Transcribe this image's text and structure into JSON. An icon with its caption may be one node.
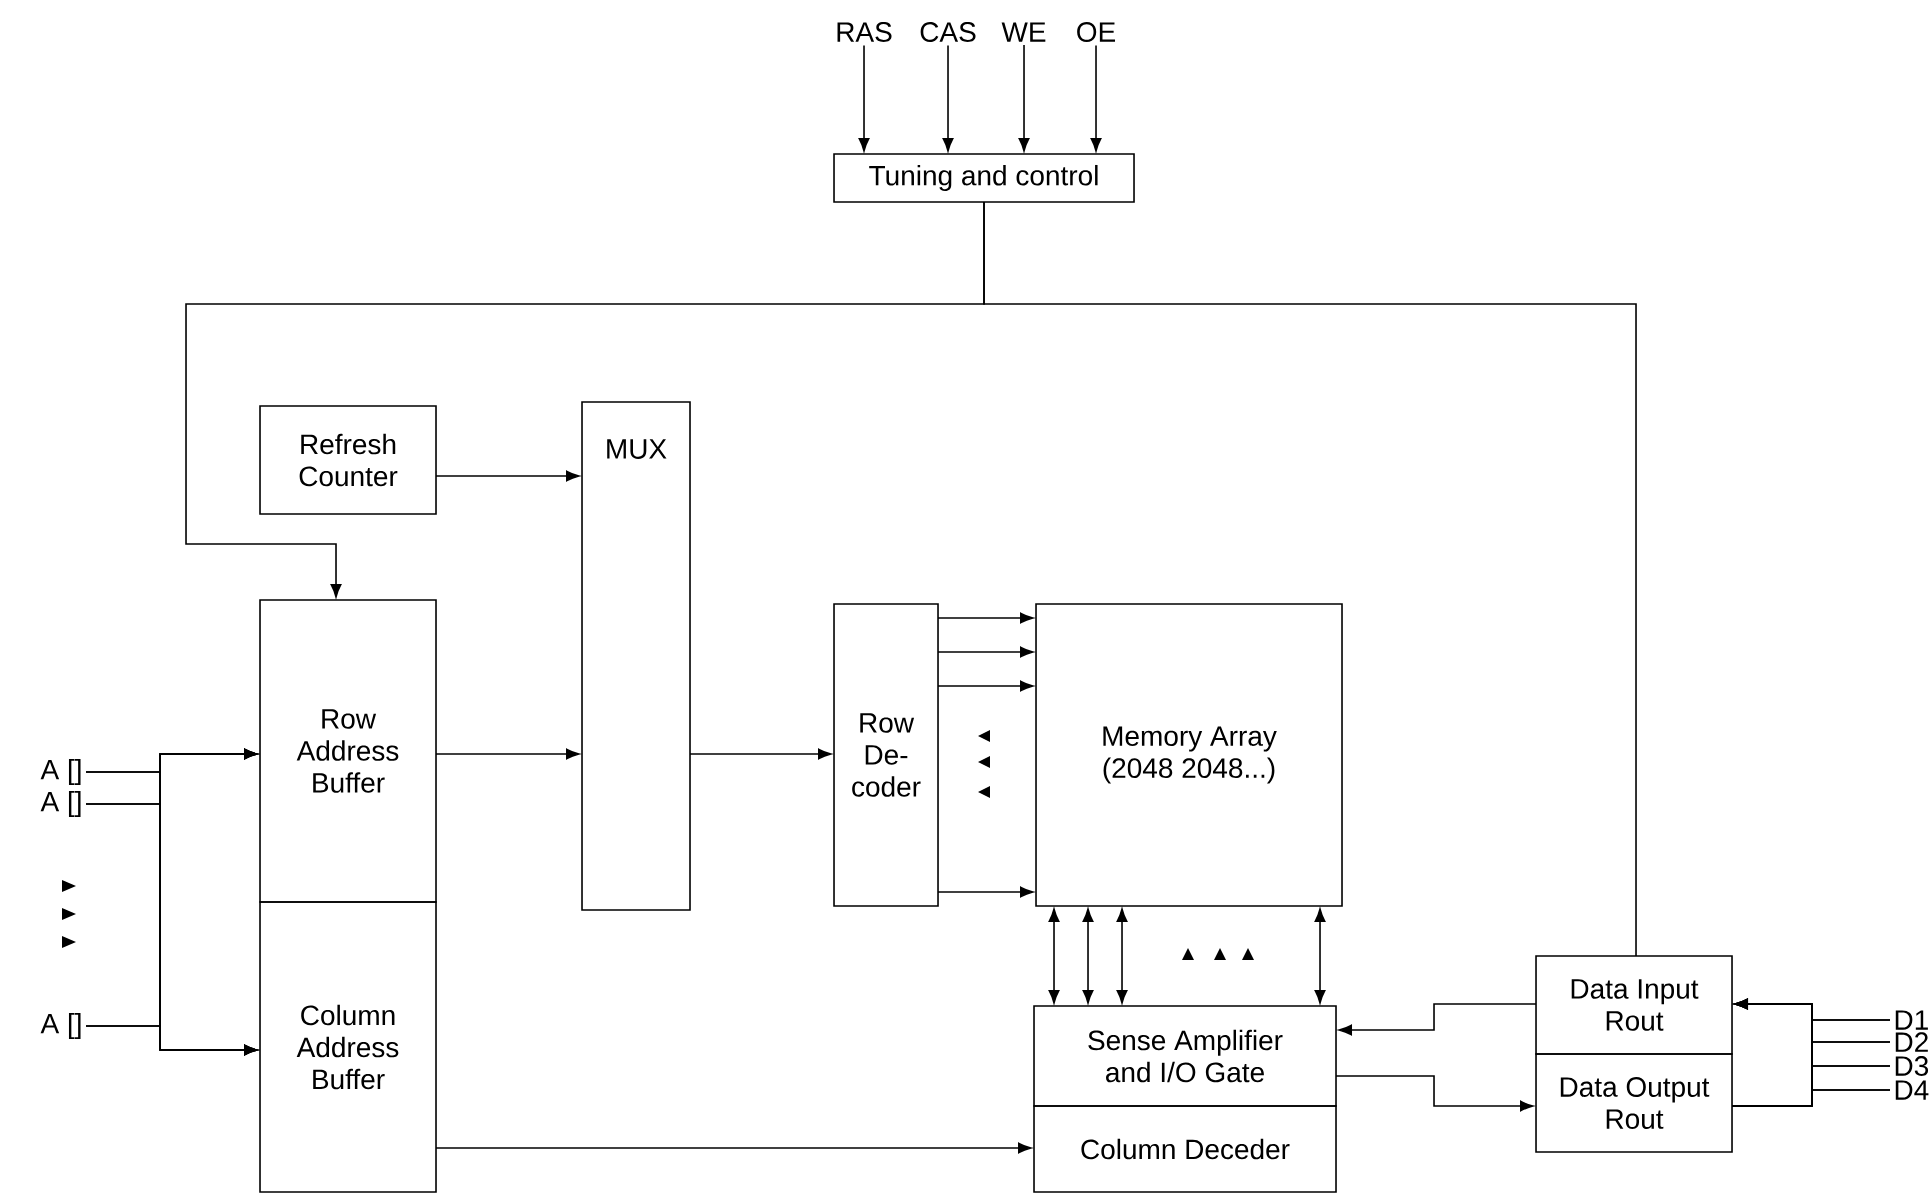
{
  "diagram": {
    "nodes": [
      {
        "text": [
          "RAS"
        ]
      },
      {
        "text": [
          "CAS"
        ]
      },
      {
        "text": [
          "WE"
        ]
      },
      {
        "text": [
          "OE"
        ]
      },
      {
        "text": [
          "Tuning and control"
        ]
      },
      {
        "text": [
          "Refresh Counter"
        ]
      },
      {
        "text": [
          "MUX"
        ]
      },
      {
        "text": [
          "Row Address Buffer"
        ]
      },
      {
        "text": [
          "Column Address Buffer"
        ]
      },
      {
        "text": [
          "Row De-coder"
        ]
      },
      {
        "text": [
          "Memory Array (2048 2048...)"
        ]
      },
      {
        "text": [
          "Sense Amplifier and I/O Gate"
        ]
      },
      {
        "text": [
          "Column Deceder"
        ]
      },
      {
        "text": [
          "Data Input Rout"
        ]
      },
      {
        "text": [
          "Data Output Rout"
        ]
      },
      {
        "text": [
          "A []"
        ]
      },
      {
        "text": [
          "A []"
        ]
      },
      {
        "text": [
          "A []"
        ]
      },
      {
        "text": [
          "D1"
        ]
      },
      {
        "text": [
          "D2"
        ]
      },
      {
        "text": [
          "D3"
        ]
      },
      {
        "text": [
          "D4"
        ]
      }
    ],
    "edges": [
      {
        "from": 0,
        "to": 4,
        "arrow": "to"
      },
      {
        "from": 1,
        "to": 4,
        "arrow": "to"
      },
      {
        "from": 2,
        "to": 4,
        "arrow": "to"
      },
      {
        "from": 3,
        "to": 4,
        "arrow": "to"
      },
      {
        "from": 4,
        "to": 7,
        "arrow": "to"
      },
      {
        "from": 4,
        "to": 13,
        "arrow": "none"
      },
      {
        "from": 5,
        "to": 6,
        "arrow": "to"
      },
      {
        "from": 7,
        "to": 6,
        "arrow": "to"
      },
      {
        "from": 6,
        "to": 9,
        "arrow": "to"
      },
      {
        "from": 9,
        "to": 10,
        "arrow": "to"
      },
      {
        "from": 9,
        "to": 10,
        "arrow": "to"
      },
      {
        "from": 9,
        "to": 10,
        "arrow": "to"
      },
      {
        "from": 9,
        "to": 10,
        "arrow": "to"
      },
      {
        "from": 10,
        "to": 11,
        "arrow": "both"
      },
      {
        "from": 10,
        "to": 11,
        "arrow": "both"
      },
      {
        "from": 10,
        "to": 11,
        "arrow": "both"
      },
      {
        "from": 10,
        "to": 11,
        "arrow": "both"
      },
      {
        "from": 15,
        "to": 7,
        "arrow": "to"
      },
      {
        "from": 15,
        "to": 8,
        "arrow": "to"
      },
      {
        "from": 16,
        "to": 7,
        "arrow": "to"
      },
      {
        "from": 16,
        "to": 8,
        "arrow": "to"
      },
      {
        "from": 17,
        "to": 7,
        "arrow": "to"
      },
      {
        "from": 17,
        "to": 8,
        "arrow": "to"
      },
      {
        "from": 8,
        "to": 12,
        "arrow": "to"
      },
      {
        "from": 13,
        "to": 11,
        "arrow": "to"
      },
      {
        "from": 11,
        "to": 14,
        "arrow": "to"
      },
      {
        "from": 18,
        "to": 13,
        "arrow": "to"
      },
      {
        "from": 19,
        "to": 13,
        "arrow": "to"
      },
      {
        "from": 20,
        "to": 13,
        "arrow": "to"
      },
      {
        "from": 21,
        "to": 13,
        "arrow": "to"
      },
      {
        "from": 14,
        "to": 18,
        "arrow": "none"
      },
      {
        "from": 14,
        "to": 19,
        "arrow": "none"
      },
      {
        "from": 14,
        "to": 20,
        "arrow": "none"
      },
      {
        "from": 14,
        "to": 21,
        "arrow": "none"
      }
    ]
  }
}
